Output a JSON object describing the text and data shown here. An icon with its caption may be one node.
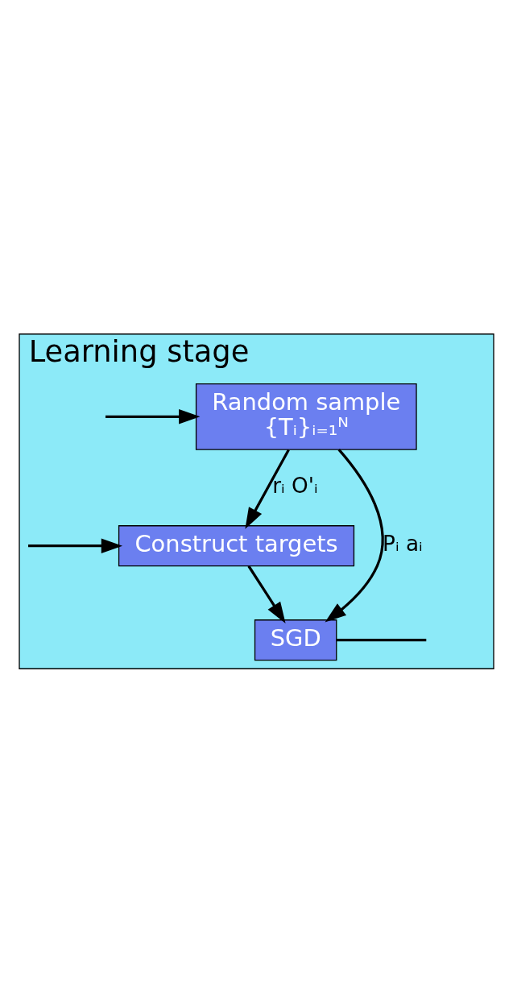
{
  "diagram": {
    "nodes": [
      {
        "text": [
          "Learning stage"
        ]
      },
      {
        "text": [
          "Random sample",
          "{Tᵢ}ᵢ₌₁ᴺ"
        ],
        "in": 0
      },
      {
        "text": [
          "Construct targets"
        ],
        "in": 0
      },
      {
        "text": [
          "SGD"
        ],
        "in": 0
      }
    ],
    "edges": [
      {
        "from": null,
        "to": 1,
        "arrow": "to"
      },
      {
        "from": 1,
        "to": 3,
        "arrow": "to",
        "label": "Pᵢ aᵢ"
      },
      {
        "from": 1,
        "to": 2,
        "arrow": "to",
        "label": "rᵢ O'ᵢ"
      },
      {
        "from": 2,
        "to": 3,
        "arrow": "to"
      },
      {
        "from": null,
        "to": 2,
        "arrow": "to"
      },
      {
        "from": 3,
        "to": null,
        "arrow": "none"
      }
    ]
  }
}
